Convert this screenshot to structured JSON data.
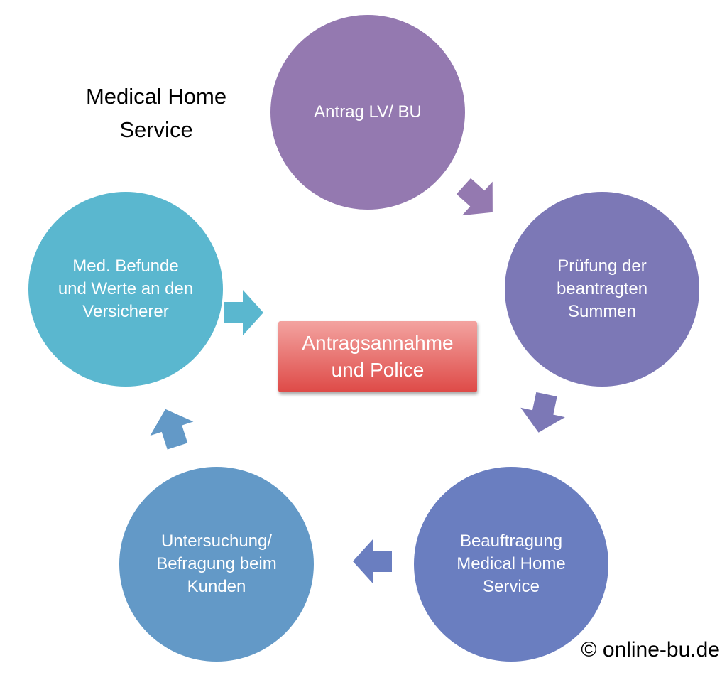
{
  "diagram": {
    "title": "Medical Home Service",
    "credit": "© online-bu.de",
    "center": {
      "label": "Antragsannahme und Police",
      "color_top": "#f3a3a0",
      "color_bottom": "#de4a47"
    },
    "nodes": [
      {
        "id": "antrag",
        "label": "Antrag LV/ BU",
        "color": "#9479b0"
      },
      {
        "id": "pruefung",
        "label": "Prüfung der beantragten Summen",
        "color": "#7c78b6"
      },
      {
        "id": "beauftragung",
        "label": "Beauftragung Medical Home Service",
        "color": "#6a7ec0"
      },
      {
        "id": "untersuchung",
        "label": "Untersuchung/ Befragung beim Kunden",
        "color": "#6399c7"
      },
      {
        "id": "befunde",
        "label": "Med. Befunde und Werte an den Versicherer",
        "color": "#5ab7cf"
      }
    ],
    "arrow_colors": [
      "#9479b0",
      "#7c78b6",
      "#6a7ec0",
      "#6399c7",
      "#5ab7cf"
    ]
  }
}
